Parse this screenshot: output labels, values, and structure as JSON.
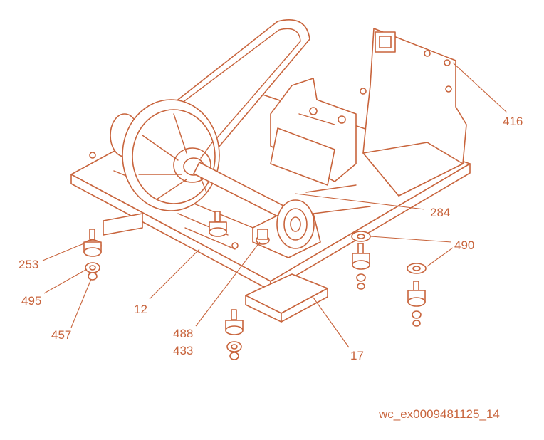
{
  "callouts": {
    "c416": "416",
    "c284": "284",
    "c490": "490",
    "c253": "253",
    "c495": "495",
    "c457": "457",
    "c12": "12",
    "c488": "488",
    "c433": "433",
    "c17": "17"
  },
  "document_id": "wc_ex0009481125_14",
  "colors": {
    "line": "#c8643c",
    "background": "#ffffff"
  }
}
